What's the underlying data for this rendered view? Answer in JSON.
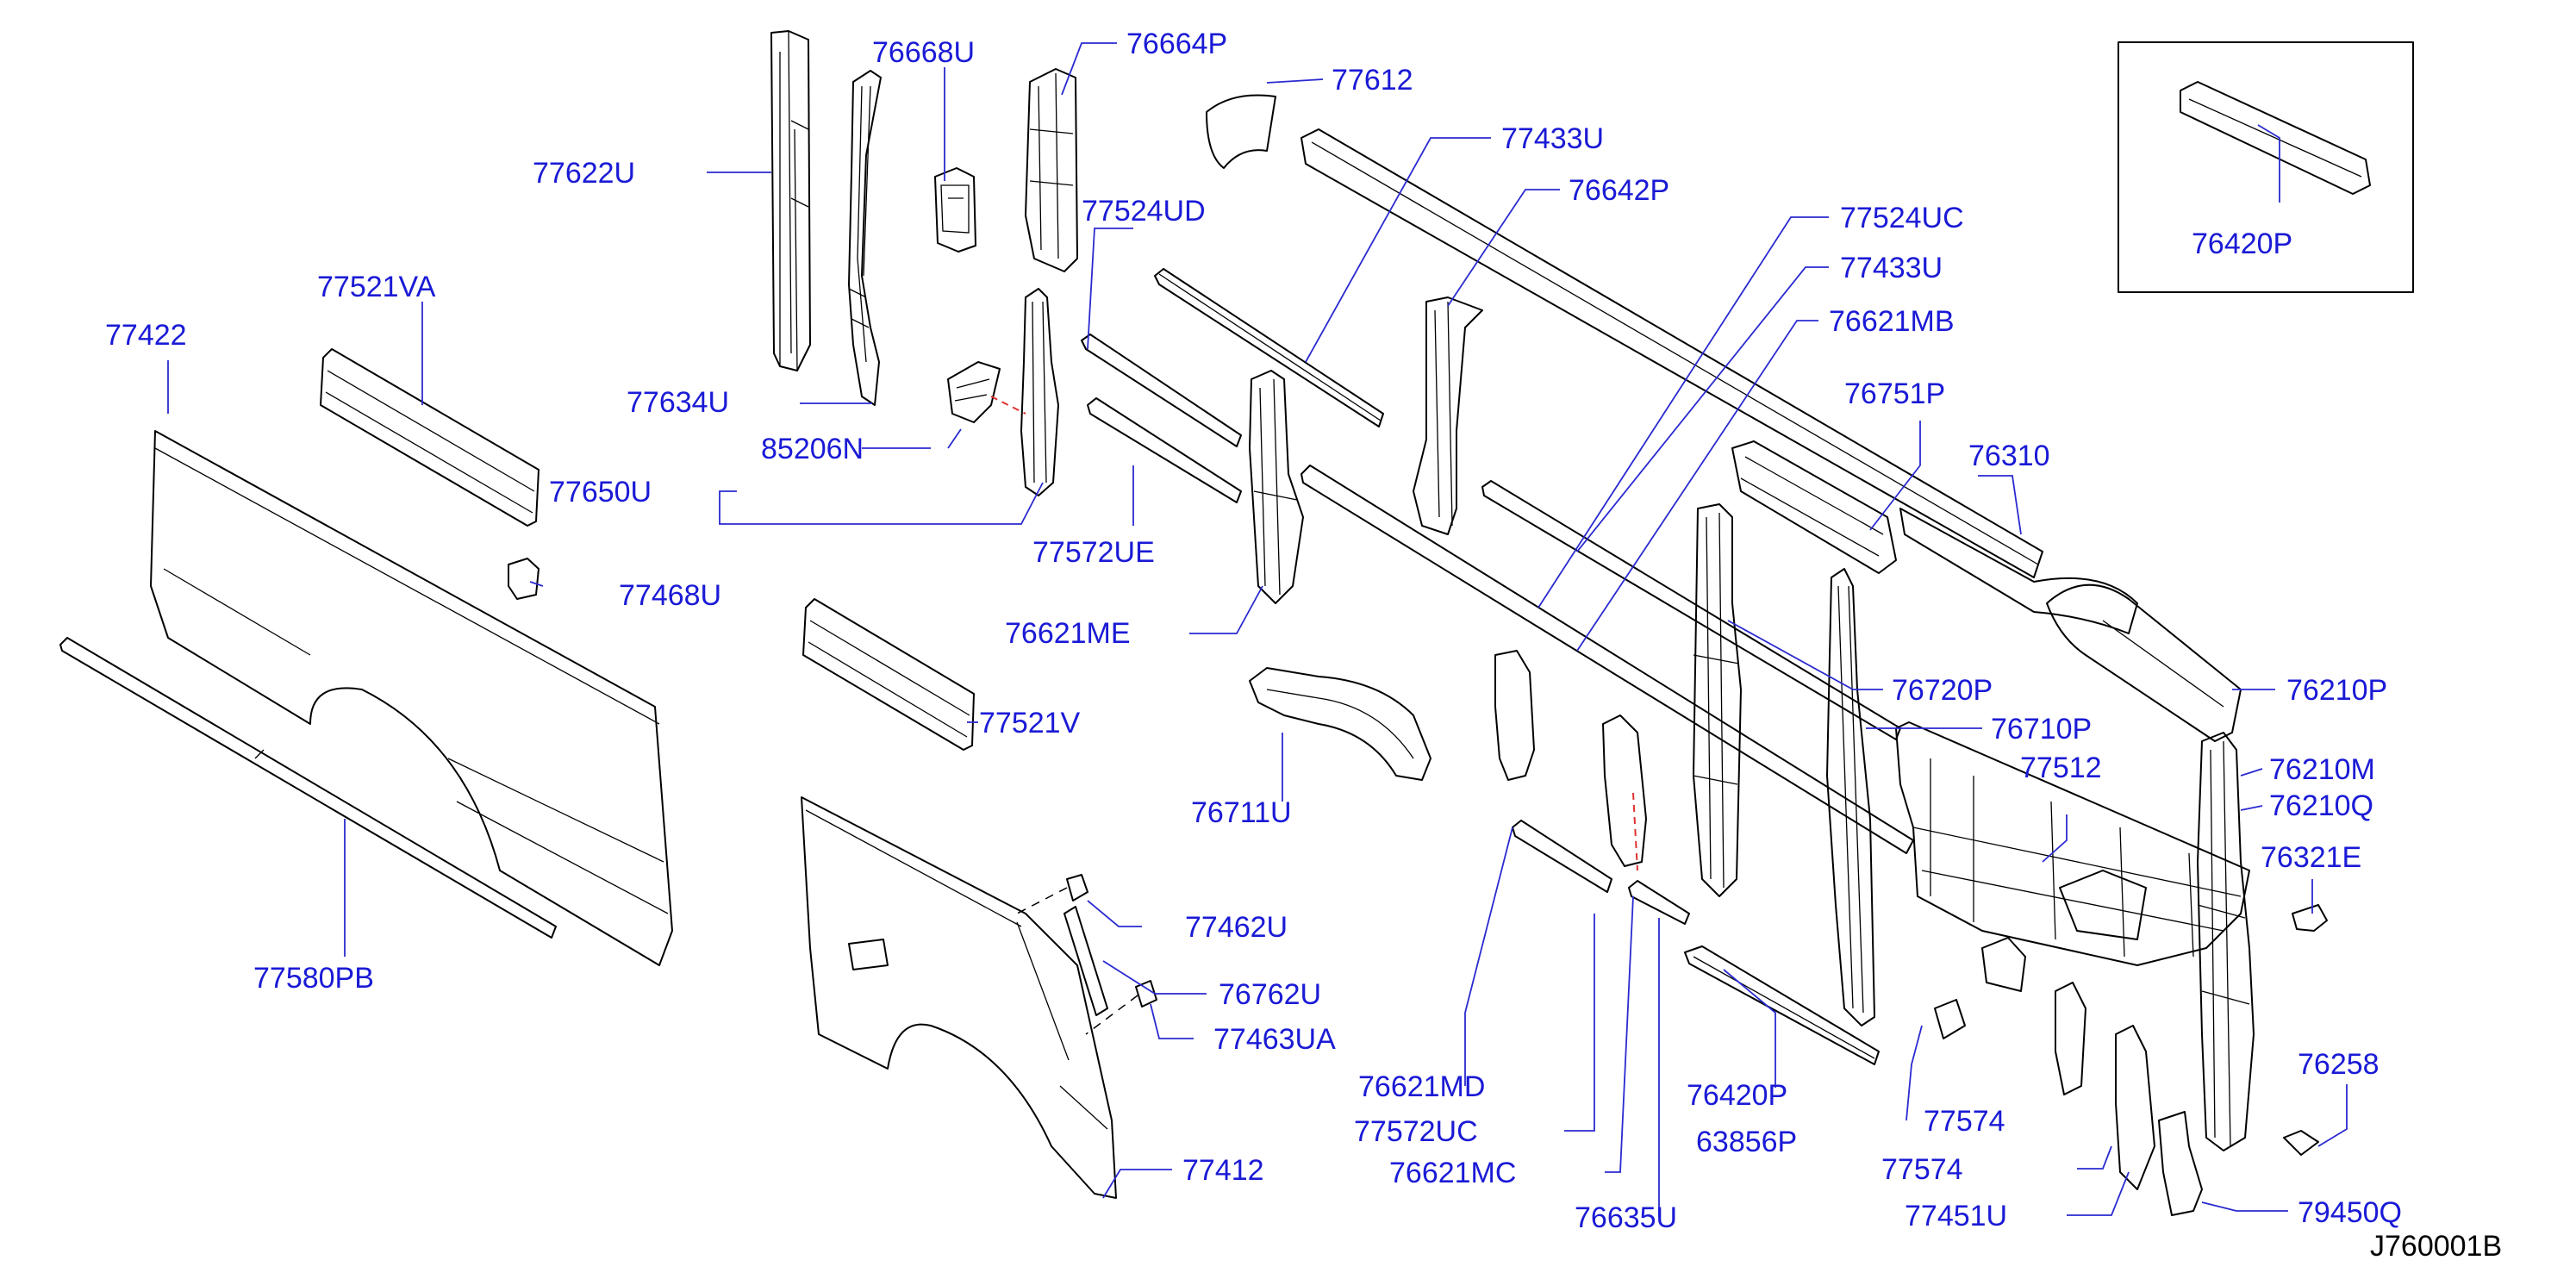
{
  "colors": {
    "label": "#1a1ad6",
    "line": "#000000",
    "leader": "#2a2ad0",
    "assembly": "#e03030"
  },
  "inset": {
    "label": "76420P"
  },
  "reference_code": "J760001B",
  "labels": {
    "l_76668U": "76668U",
    "l_76664P": "76664P",
    "l_77612": "77612",
    "l_77622U": "77622U",
    "l_77433U_a": "77433U",
    "l_76642P": "76642P",
    "l_77524UD": "77524UD",
    "l_77524UC": "77524UC",
    "l_77433U_b": "77433U",
    "l_77521VA": "77521VA",
    "l_76621MB": "76621MB",
    "l_77422": "77422",
    "l_76751P": "76751P",
    "l_77634U": "77634U",
    "l_85206N": "85206N",
    "l_76310": "76310",
    "l_77650U": "77650U",
    "l_77572UE": "77572UE",
    "l_77468U": "77468U",
    "l_76621ME": "76621ME",
    "l_76720P": "76720P",
    "l_76210P": "76210P",
    "l_77521V": "77521V",
    "l_76710P": "76710P",
    "l_77512": "77512",
    "l_76210M": "76210M",
    "l_76210Q": "76210Q",
    "l_76711U": "76711U",
    "l_76321E": "76321E",
    "l_77462U": "77462U",
    "l_77580PB": "77580PB",
    "l_76762U": "76762U",
    "l_77463UA": "77463UA",
    "l_76258": "76258",
    "l_76621MD": "76621MD",
    "l_76420P_main": "76420P",
    "l_77574_a": "77574",
    "l_77572UC": "77572UC",
    "l_63856P": "63856P",
    "l_77574_b": "77574",
    "l_77412": "77412",
    "l_76621MC": "76621MC",
    "l_77451U": "77451U",
    "l_79450Q": "79450Q",
    "l_76635U": "76635U"
  }
}
